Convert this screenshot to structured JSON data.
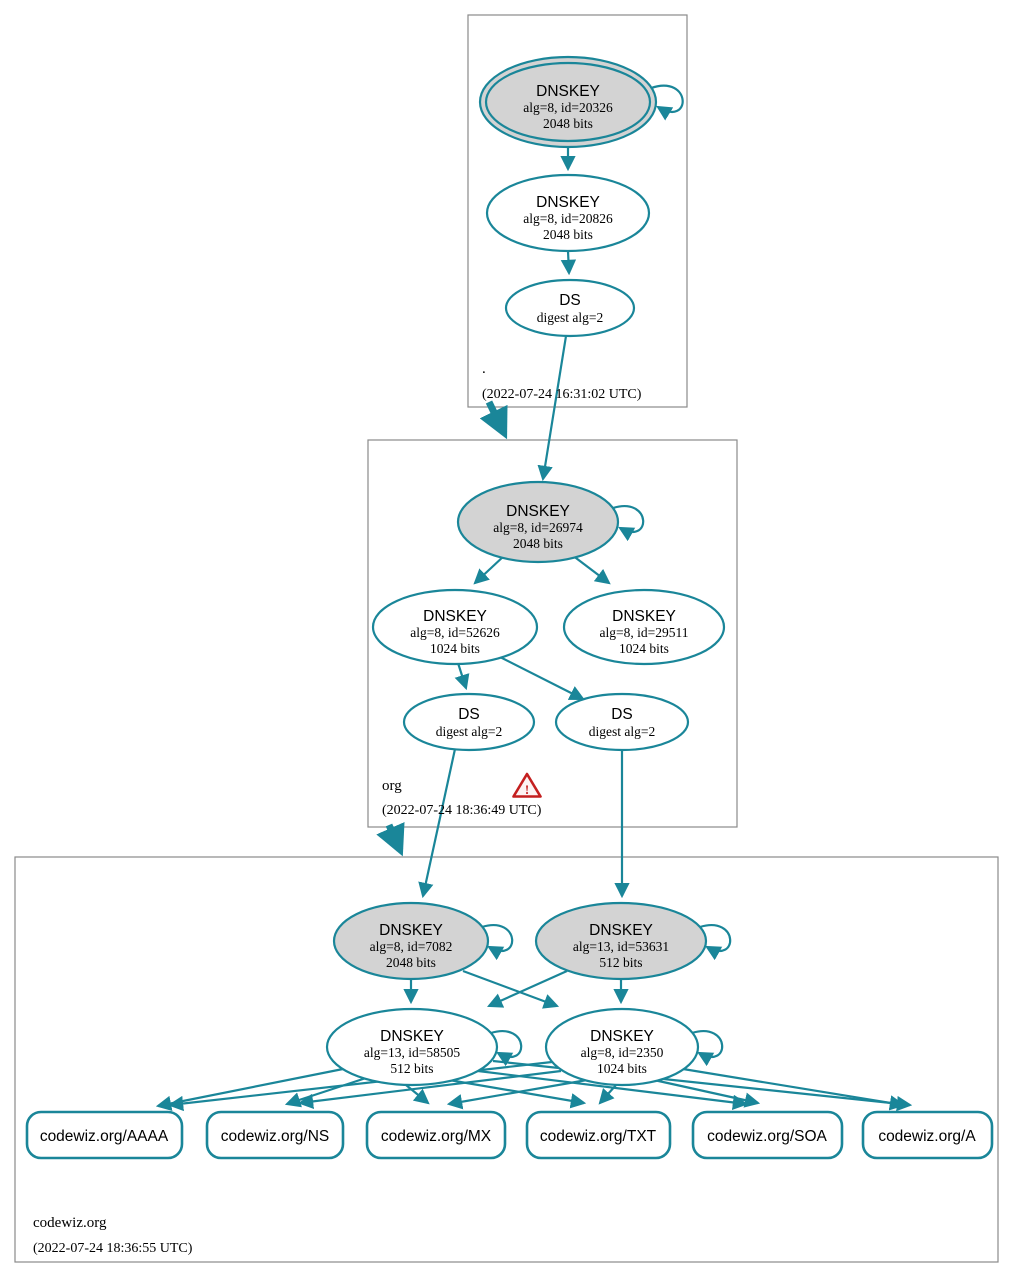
{
  "colors": {
    "teal": "#1a8699",
    "node_fill_gray": "#d3d3d3",
    "node_fill_white": "#ffffff",
    "box_border": "#8a8a8a",
    "warning_red": "#c41f1f",
    "text": "#000000"
  },
  "zones": [
    {
      "name": ".",
      "timestamp": "(2022-07-24 16:31:02 UTC)"
    },
    {
      "name": "org",
      "timestamp": "(2022-07-24 18:36:49 UTC)"
    },
    {
      "name": "codewiz.org",
      "timestamp": "(2022-07-24 18:36:55 UTC)"
    }
  ],
  "nodes": {
    "root_ksk": {
      "title": "DNSKEY",
      "detail": "alg=8, id=20326",
      "bits": "2048 bits"
    },
    "root_zsk": {
      "title": "DNSKEY",
      "detail": "alg=8, id=20826",
      "bits": "2048 bits"
    },
    "root_ds": {
      "title": "DS",
      "detail": "digest alg=2"
    },
    "org_ksk": {
      "title": "DNSKEY",
      "detail": "alg=8, id=26974",
      "bits": "2048 bits"
    },
    "org_zsk1": {
      "title": "DNSKEY",
      "detail": "alg=8, id=52626",
      "bits": "1024 bits"
    },
    "org_zsk2": {
      "title": "DNSKEY",
      "detail": "alg=8, id=29511",
      "bits": "1024 bits"
    },
    "org_ds1": {
      "title": "DS",
      "detail": "digest alg=2"
    },
    "org_ds2": {
      "title": "DS",
      "detail": "digest alg=2"
    },
    "cw_ksk1": {
      "title": "DNSKEY",
      "detail": "alg=8, id=7082",
      "bits": "2048 bits"
    },
    "cw_ksk2": {
      "title": "DNSKEY",
      "detail": "alg=13, id=53631",
      "bits": "512 bits"
    },
    "cw_zsk1": {
      "title": "DNSKEY",
      "detail": "alg=13, id=58505",
      "bits": "512 bits"
    },
    "cw_zsk2": {
      "title": "DNSKEY",
      "detail": "alg=8, id=2350",
      "bits": "1024 bits"
    }
  },
  "rrsets": [
    "codewiz.org/AAAA",
    "codewiz.org/NS",
    "codewiz.org/MX",
    "codewiz.org/TXT",
    "codewiz.org/SOA",
    "codewiz.org/A"
  ],
  "icons": {
    "warning_glyph": "!"
  }
}
